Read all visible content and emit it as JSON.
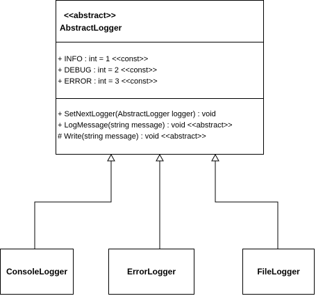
{
  "abstract_class": {
    "stereotype": "<<abstract>>",
    "name": "AbstractLogger",
    "attributes": [
      "+ INFO : int = 1 <<const>>",
      "+ DEBUG : int = 2 <<const>>",
      "+ ERROR : int = 3 <<const>>"
    ],
    "operations": [
      "+ SetNextLogger(AbstractLogger logger) : void",
      "+ LogMessage(string message) : void <<abstract>>",
      "# Write(string message) : void <<abstract>>"
    ]
  },
  "subclasses": [
    "ConsoleLogger",
    "ErrorLogger",
    "FileLogger"
  ]
}
